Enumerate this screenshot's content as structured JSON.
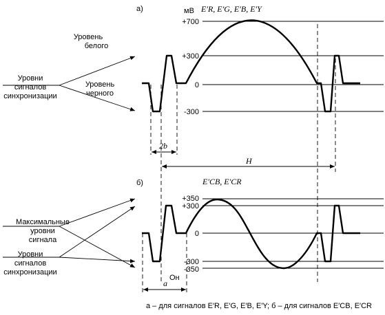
{
  "panel_a": {
    "label": "а)",
    "unit": "мВ",
    "title": "E′R, E′G, E′B, E′Y",
    "ticks": [
      "+700",
      "+300",
      "0",
      "-300"
    ],
    "white_label": [
      "Уровень",
      "белого"
    ],
    "black_label": [
      "Уровень",
      "черного"
    ],
    "sync_label": [
      "Уровни",
      "сигналов",
      "синхронизации"
    ],
    "dim_2b": "2b",
    "dim_H": "H"
  },
  "panel_b": {
    "label": "б)",
    "title": "E′CB, E′CR",
    "ticks": [
      "+350",
      "+300",
      "0",
      "-300",
      "-350"
    ],
    "max_label": [
      "Максимальные",
      "уровни",
      "сигнала"
    ],
    "sync_label": [
      "Уровни",
      "сигналов",
      "синхронизации"
    ],
    "dim_Oh": "Он",
    "dim_a": "a"
  },
  "caption": "а – для сигналов E′R, E′G, E′B, E′Y;  б – для сигналов E′CB, E′CR"
}
